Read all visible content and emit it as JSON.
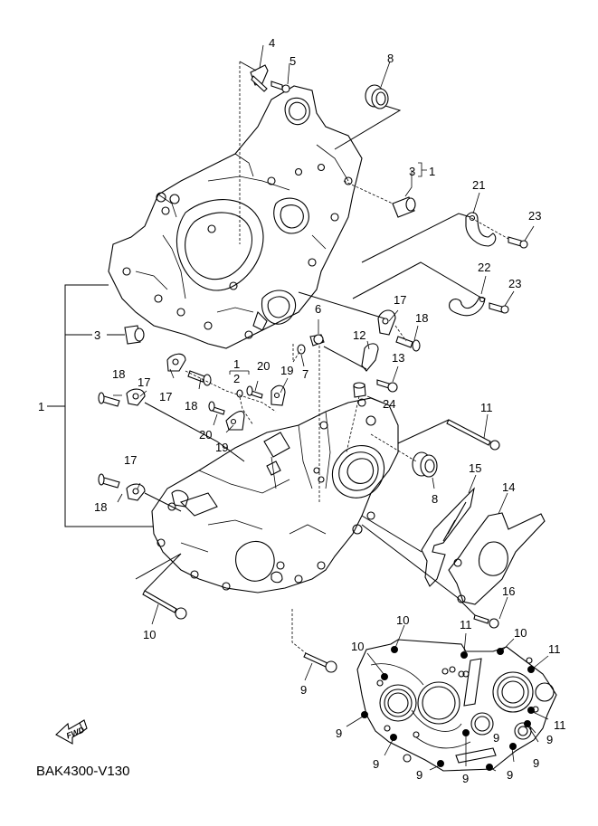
{
  "diagram": {
    "type": "exploded-parts-diagram",
    "subject": "Crankcase",
    "code": "BAK4300-V130",
    "fwd_label": "FWD",
    "callouts": [
      {
        "id": "c4",
        "text": "4"
      },
      {
        "id": "c5",
        "text": "5"
      },
      {
        "id": "c8a",
        "text": "8"
      },
      {
        "id": "c3a",
        "text": "3"
      },
      {
        "id": "c1a",
        "text": "1"
      },
      {
        "id": "c21",
        "text": "21"
      },
      {
        "id": "c23a",
        "text": "23"
      },
      {
        "id": "c22",
        "text": "22"
      },
      {
        "id": "c23b",
        "text": "23"
      },
      {
        "id": "c3b",
        "text": "3"
      },
      {
        "id": "c1b",
        "text": "1"
      },
      {
        "id": "c17a",
        "text": "17"
      },
      {
        "id": "c18a",
        "text": "18"
      },
      {
        "id": "c6",
        "text": "6"
      },
      {
        "id": "c12",
        "text": "12"
      },
      {
        "id": "c13",
        "text": "13"
      },
      {
        "id": "c7",
        "text": "7"
      },
      {
        "id": "c24",
        "text": "24"
      },
      {
        "id": "c17b",
        "text": "17"
      },
      {
        "id": "c18b",
        "text": "18"
      },
      {
        "id": "c1c",
        "text": "1"
      },
      {
        "id": "c2",
        "text": "2"
      },
      {
        "id": "c20a",
        "text": "20"
      },
      {
        "id": "c19a",
        "text": "19"
      },
      {
        "id": "c18c",
        "text": "18"
      },
      {
        "id": "c17c",
        "text": "17"
      },
      {
        "id": "c20b",
        "text": "20"
      },
      {
        "id": "c19b",
        "text": "19"
      },
      {
        "id": "c11a",
        "text": "11"
      },
      {
        "id": "c17d",
        "text": "17"
      },
      {
        "id": "c18d",
        "text": "18"
      },
      {
        "id": "c8b",
        "text": "8"
      },
      {
        "id": "c15",
        "text": "15"
      },
      {
        "id": "c14",
        "text": "14"
      },
      {
        "id": "c16",
        "text": "16"
      },
      {
        "id": "c10a",
        "text": "10"
      },
      {
        "id": "c9a",
        "text": "9"
      },
      {
        "id": "c10b",
        "text": "10"
      },
      {
        "id": "c11b",
        "text": "11"
      },
      {
        "id": "c10c",
        "text": "10"
      },
      {
        "id": "c10d",
        "text": "10"
      },
      {
        "id": "c11c",
        "text": "11"
      },
      {
        "id": "c11d",
        "text": "11"
      },
      {
        "id": "c9b",
        "text": "9"
      },
      {
        "id": "c9c",
        "text": "9"
      },
      {
        "id": "c9d",
        "text": "9"
      },
      {
        "id": "c9e",
        "text": "9"
      },
      {
        "id": "c9f",
        "text": "9"
      },
      {
        "id": "c9g",
        "text": "9"
      },
      {
        "id": "c9h",
        "text": "9"
      },
      {
        "id": "c9i",
        "text": "9"
      }
    ]
  }
}
